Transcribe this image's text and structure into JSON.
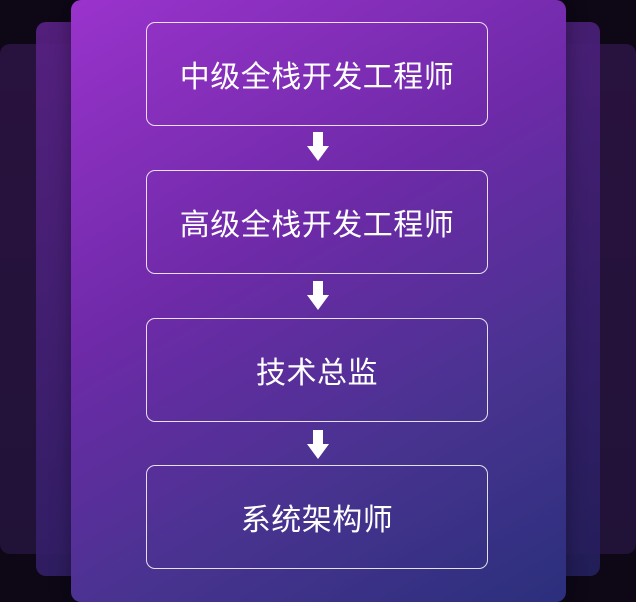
{
  "steps": [
    {
      "label": "中级全栈开发工程师"
    },
    {
      "label": "高级全栈开发工程师"
    },
    {
      "label": "技术总监"
    },
    {
      "label": "系统架构师"
    }
  ]
}
